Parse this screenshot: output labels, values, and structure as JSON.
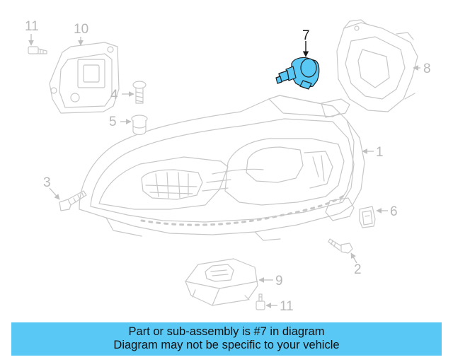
{
  "callouts": {
    "c1": "1",
    "c2": "2",
    "c3": "3",
    "c4": "4",
    "c5": "5",
    "c6": "6",
    "c7": "7",
    "c8": "8",
    "c9": "9",
    "c10": "10",
    "c11a": "11",
    "c11b": "11"
  },
  "highlight": {
    "part": "7",
    "color": "#5ac8f5"
  },
  "banner": {
    "line1": "Part or sub-assembly is #7 in diagram",
    "line2": "Diagram may not be specific to your vehicle",
    "color": "#5ac8f5"
  }
}
